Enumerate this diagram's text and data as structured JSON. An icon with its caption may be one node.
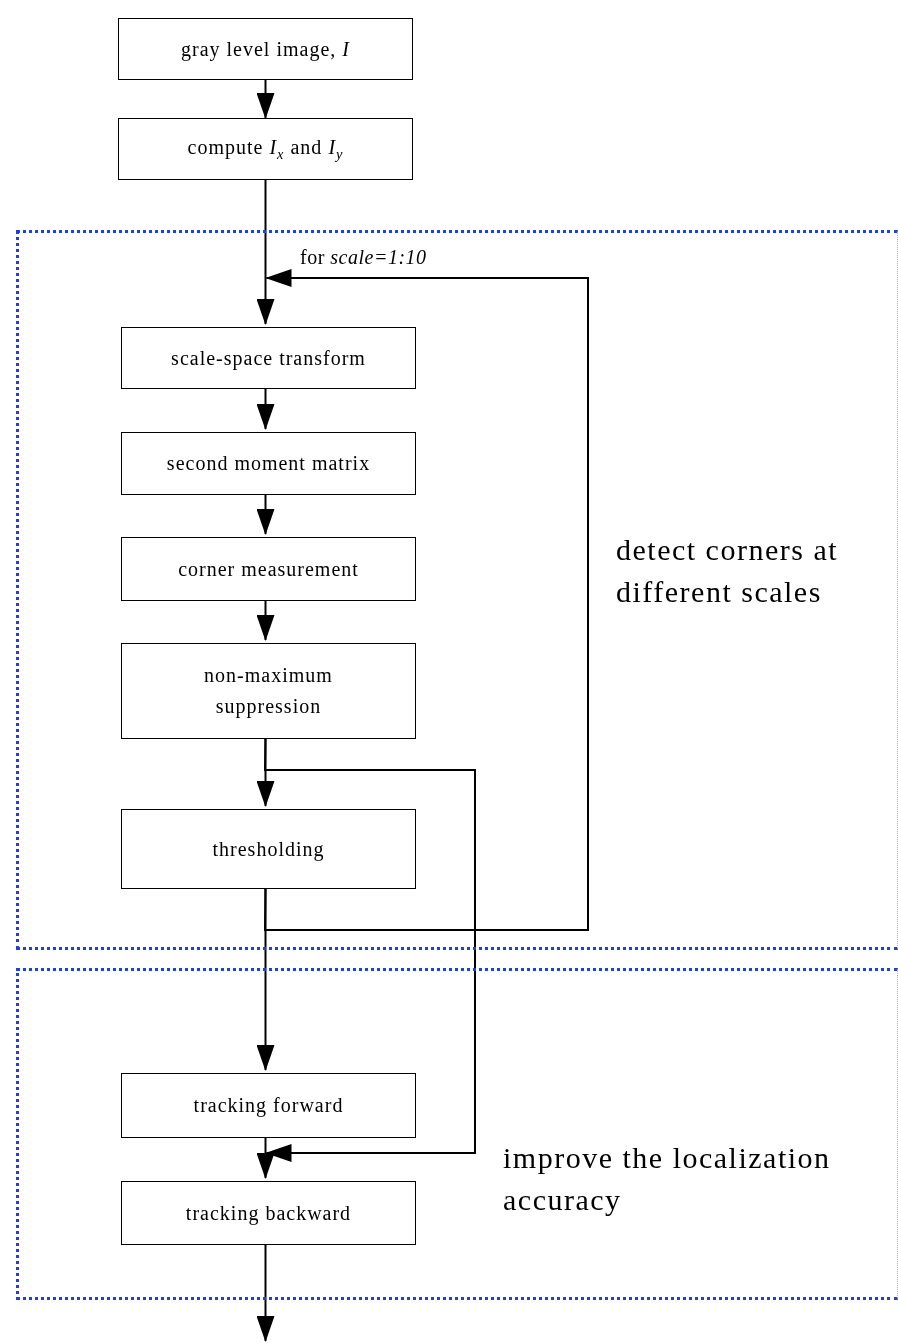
{
  "diagram": {
    "nodes": [
      {
        "text": [
          "gray level image, *I*"
        ]
      },
      {
        "text": [
          "compute *I*$_{x}$ and *I*$_{y}$"
        ]
      },
      {
        "text": [
          "detect corners at different scales"
        ]
      },
      {
        "text": [
          "scale-space transform"
        ],
        "in": 2
      },
      {
        "text": [
          "second moment matrix"
        ],
        "in": 2
      },
      {
        "text": [
          "corner measurement"
        ],
        "in": 2
      },
      {
        "text": [
          "non-maximum suppression"
        ],
        "in": 2
      },
      {
        "text": [
          "thresholding"
        ],
        "in": 2
      },
      {
        "text": [
          "improve the localization accuracy"
        ]
      },
      {
        "text": [
          "tracking forward"
        ],
        "in": 8
      },
      {
        "text": [
          "tracking backward"
        ],
        "in": 8
      }
    ],
    "edges": [
      {
        "from": 0,
        "to": 1,
        "arrow": "to"
      },
      {
        "from": 1,
        "to": 3,
        "arrow": "to"
      },
      {
        "from": 3,
        "to": 4,
        "arrow": "to"
      },
      {
        "from": 4,
        "to": 5,
        "arrow": "to"
      },
      {
        "from": 5,
        "to": 6,
        "arrow": "to"
      },
      {
        "from": 6,
        "to": 7,
        "arrow": "to"
      },
      {
        "from": 7,
        "to": 9,
        "arrow": "to"
      },
      {
        "from": 9,
        "to": 10,
        "arrow": "to"
      },
      {
        "from": 10,
        "to": null,
        "arrow": "to"
      },
      {
        "from": 7,
        "to": 3,
        "arrow": "to",
        "label": "for *scale=1:10*"
      },
      {
        "from": 6,
        "to": 10,
        "arrow": "to"
      }
    ]
  }
}
